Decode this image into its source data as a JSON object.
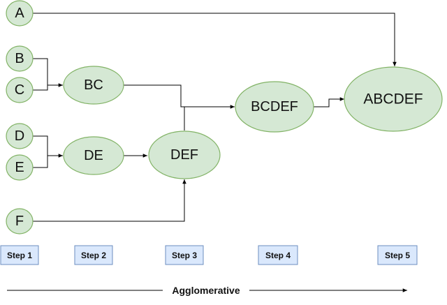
{
  "nodes": {
    "A": "A",
    "B": "B",
    "C": "C",
    "D": "D",
    "E": "E",
    "F": "F",
    "BC": "BC",
    "DE": "DE",
    "DEF": "DEF",
    "BCDEF": "BCDEF",
    "ABCDEF": "ABCDEF"
  },
  "steps": [
    "Step 1",
    "Step 2",
    "Step 3",
    "Step 4",
    "Step 5"
  ],
  "direction_label": "Agglomerative",
  "colors": {
    "node_fill": "#d5e8d4",
    "node_stroke": "#82b366",
    "step_fill": "#dae8fc",
    "step_stroke": "#6c8ebf"
  }
}
